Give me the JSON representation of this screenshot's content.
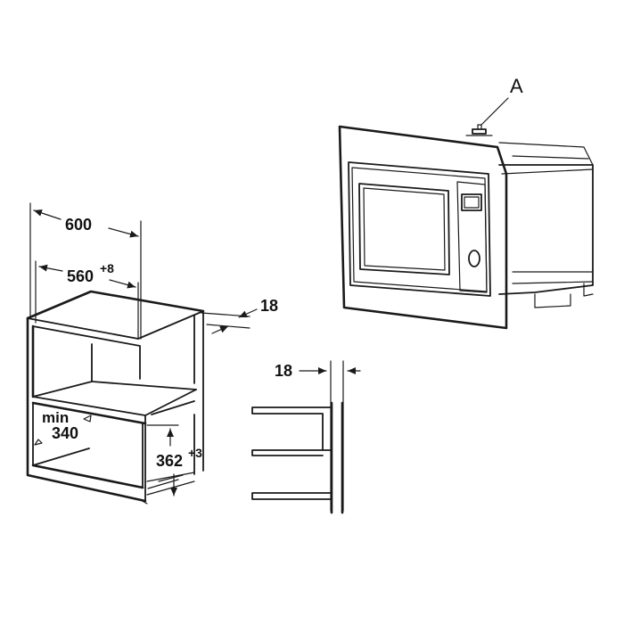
{
  "labels": {
    "callout_a": "A",
    "width_outer": "600",
    "width_inner_base": "560",
    "width_inner_tol": "+8",
    "side_thickness": "18",
    "min_label": "min",
    "min_value": "340",
    "height_base": "362",
    "height_tol": "+3",
    "rail_thickness": "18"
  },
  "colors": {
    "line": "#1a1a1a",
    "background": "#ffffff"
  }
}
